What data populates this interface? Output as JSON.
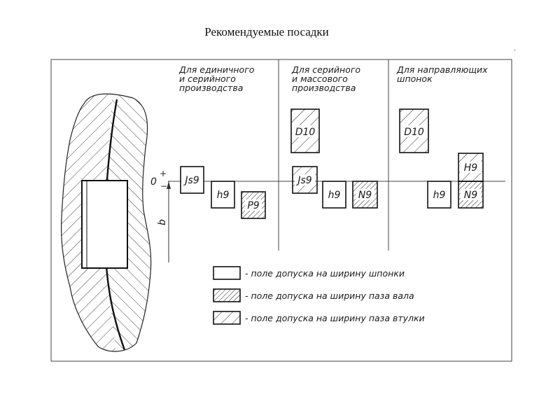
{
  "slide": {
    "title": "Рекомендуемые посадки"
  },
  "diagram": {
    "zero_label": "0",
    "plus_sign": "+",
    "minus_sign": "−",
    "dimension_label": "b",
    "columns": [
      {
        "caption": [
          "Для единичного",
          "и серийного",
          "производства"
        ]
      },
      {
        "caption": [
          "Для серийного",
          "и массового",
          "производства"
        ]
      },
      {
        "caption": [
          "Для направляющих",
          "шпонок"
        ]
      }
    ],
    "fields": {
      "js9_a": "Js9",
      "h9_a": "h9",
      "p9": "P9",
      "d10_b": "D10",
      "js9_b": "Js9",
      "h9_b": "h9",
      "n9_b": "N9",
      "d10_c": "D10",
      "h9_c": "h9",
      "hh9": "H9",
      "n9_c": "N9"
    },
    "legend": [
      {
        "text": "- поле допуска на ширину шпонки",
        "pattern": "blank"
      },
      {
        "text": "- поле допуска на ширину паза вала",
        "pattern": "dense-hatch"
      },
      {
        "text": "- поле допуска на ширину паза втулки",
        "pattern": "sparse-hatch"
      }
    ]
  }
}
